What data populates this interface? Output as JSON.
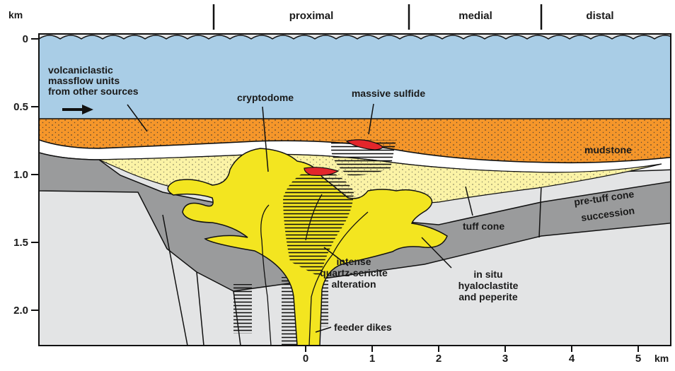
{
  "units": {
    "depth": "km",
    "distance": "km"
  },
  "depth_ticks": [
    "0",
    "0.5",
    "1.0",
    "1.5",
    "2.0"
  ],
  "distance_ticks": [
    "0",
    "1",
    "2",
    "3",
    "4",
    "5"
  ],
  "zones": {
    "proximal": "proximal",
    "medial": "medial",
    "distal": "distal"
  },
  "labels": {
    "volcaniclastic": [
      "volcaniclastic",
      "massflow units",
      "from other sources"
    ],
    "cryptodome": "cryptodome",
    "massive_sulfide": "massive sulfide",
    "mudstone": "mudstone",
    "pre_tuff_cone": "pre-tuff cone",
    "succession": "succession",
    "tuff_cone": "tuff cone",
    "alteration": [
      "intense",
      "quartz-sericite",
      "alteration"
    ],
    "hyaloclastite": [
      "in situ",
      "hyaloclastite",
      "and peperite"
    ],
    "feeder_dikes": "feeder dikes"
  },
  "colors": {
    "sea": "#a9cde6",
    "orange_unit": "#f5962a",
    "tuff_cone": "#fbf3a6",
    "cryptodome": "#f3e520",
    "basement": "#e3e4e5",
    "pre_tuff_cone": "#9a9b9c",
    "sulfide": "#e3262b"
  }
}
